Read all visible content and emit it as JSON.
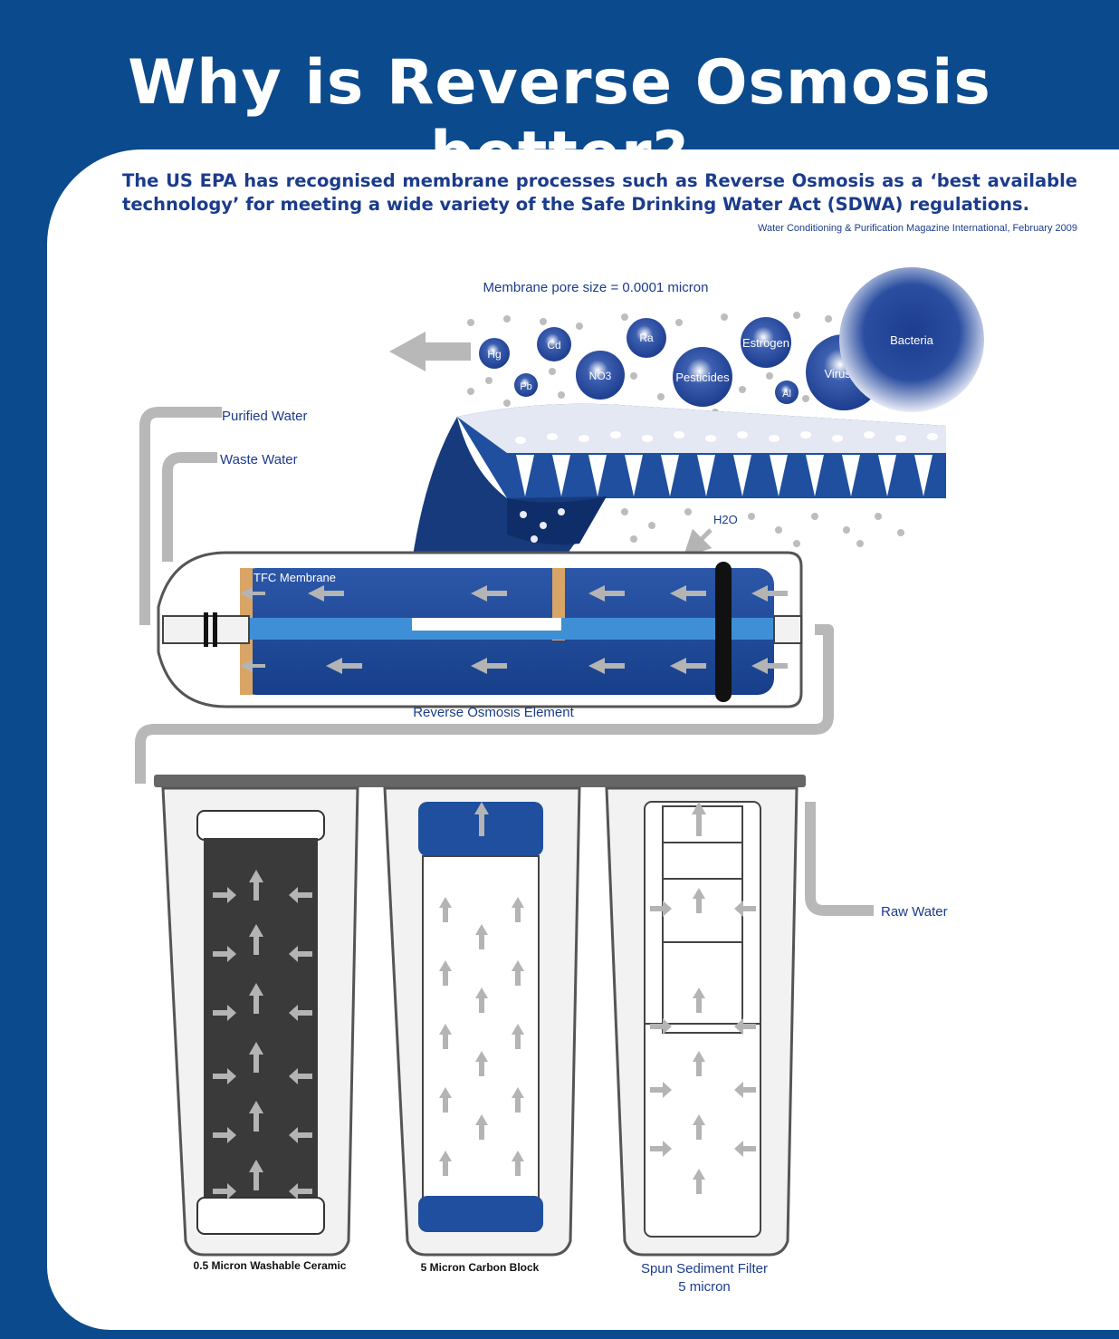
{
  "title": "Why is Reverse Osmosis better?",
  "intro": {
    "line1": "The US EPA has recognised membrane processes such as Reverse Osmosis as a ‘best available",
    "line2": "technology’ for meeting a wide variety of the Safe Drinking Water Act (SDWA) regulations.",
    "source": "Water Conditioning & Purification Magazine International, February 2009"
  },
  "membrane_label": "Membrane pore size = 0.0001 micron",
  "contaminants": [
    "Hg",
    "Pb",
    "Cd",
    "NO3",
    "Ra",
    "Pesticides",
    "Estrogen",
    "Al",
    "Viruses",
    "Bacteria"
  ],
  "water_label": "H2O",
  "labels": {
    "purified_water": "Purified Water",
    "waste_water": "Waste Water",
    "tfc_membrane": "TFC Membrane",
    "ro_element": "Reverse Osmosis Element",
    "raw_water": "Raw Water"
  },
  "filters": {
    "ceramic": "0.5 Micron Washable Ceramic",
    "carbon": "5 Micron Carbon Block",
    "sediment_line1": "Spun Sediment Filter",
    "sediment_line2": "5 micron"
  },
  "colors": {
    "brand_blue": "#0b4a8c",
    "text_blue": "#1b3c8c",
    "membrane_blue": "#1f4f9e",
    "pipe_grey": "#b8b8b8"
  }
}
